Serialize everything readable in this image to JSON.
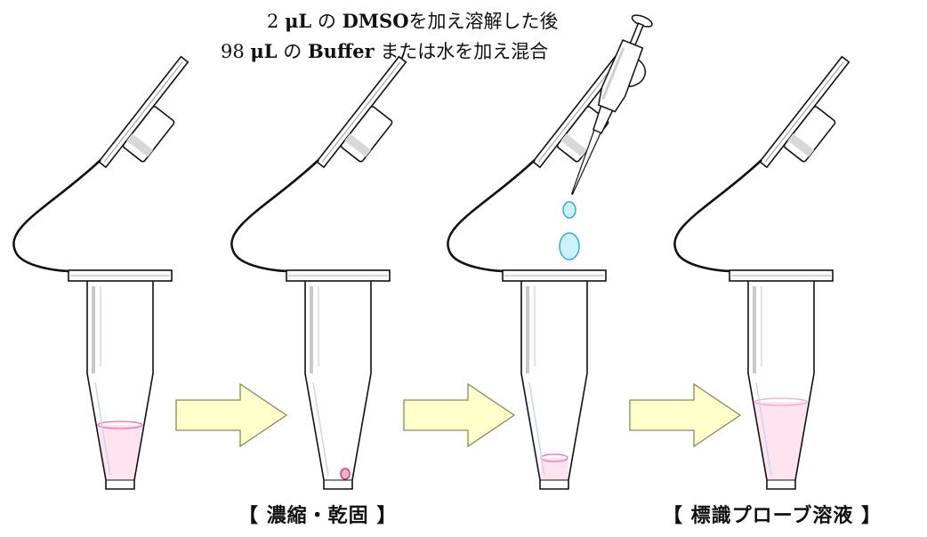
{
  "instructions": {
    "line1": {
      "amount": "2",
      "unit": "μL",
      "particle": "の",
      "reagent": "DMSO",
      "action": "を加え溶解した後"
    },
    "line2": {
      "amount": "98",
      "unit": "μL",
      "particle": "の",
      "reagent": "Buffer",
      "action": "または水を加え混合"
    }
  },
  "captions": {
    "step2": "【 濃縮・乾固 】",
    "step4": "【 標識プローブ溶液 】"
  },
  "icons": {
    "tube": "microcentrifuge-tube-icon",
    "arrow": "right-arrow-icon",
    "pipette": "micropipette-icon",
    "droplet": "droplet-icon"
  },
  "colors": {
    "arrow_fill": "#FFFFCC",
    "arrow_stroke": "#8A8A55",
    "solution_fill": "#FFE4EF",
    "solution_stroke": "#FF66AA",
    "pellet": "#E0306E",
    "droplet_fill": "#CCF2FF",
    "droplet_stroke": "#33AADD"
  }
}
